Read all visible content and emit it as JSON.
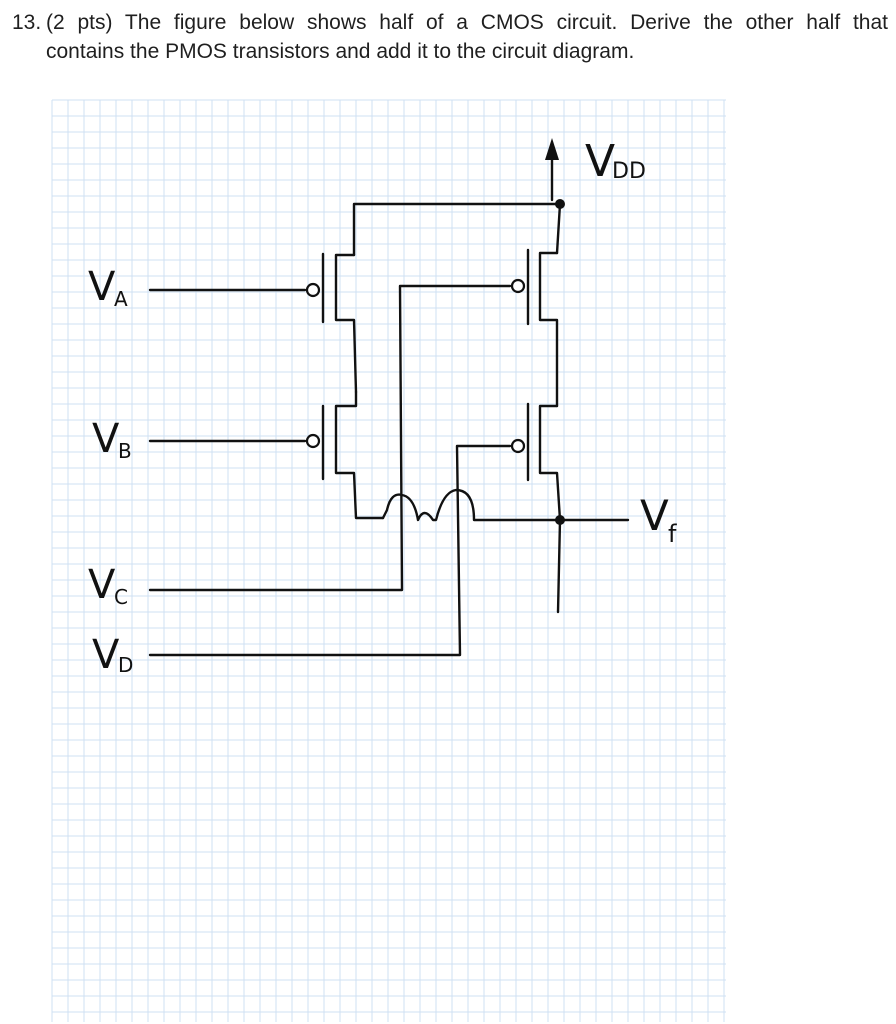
{
  "question": {
    "number": "13.",
    "line1": "(2 pts) The figure below shows half of a CMOS circuit. Derive the other half that",
    "line2": "contains the PMOS transistors and add it to the circuit diagram."
  },
  "diagram": {
    "labels": {
      "vdd": "V",
      "vdd_sub": "DD",
      "va": "V",
      "va_sub": "A",
      "vb": "V",
      "vb_sub": "B",
      "vc": "V",
      "vc_sub": "C",
      "vd": "V",
      "vd_sub": "D",
      "vf": "V",
      "vf_sub": "f"
    },
    "colors": {
      "grid": "#cfe0f3",
      "ink": "#111111"
    }
  }
}
